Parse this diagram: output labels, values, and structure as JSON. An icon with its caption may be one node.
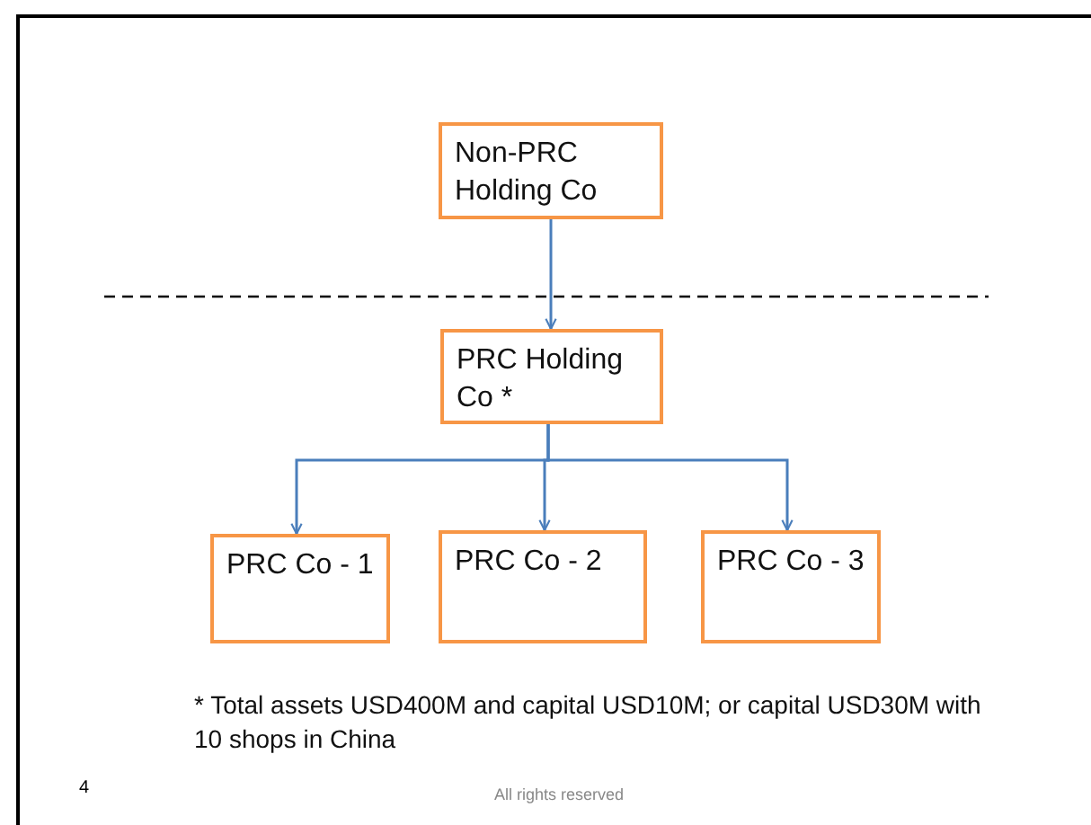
{
  "diagram": {
    "nodes": [
      {
        "text": [
          "Non-PRC Holding Co"
        ]
      },
      {
        "text": [
          "PRC Holding Co *"
        ]
      },
      {
        "text": [
          "PRC Co - 1"
        ]
      },
      {
        "text": [
          "PRC Co - 2"
        ]
      },
      {
        "text": [
          "PRC Co - 3"
        ]
      }
    ],
    "edges": [
      {
        "from": 0,
        "to": 1,
        "arrow": "to"
      },
      {
        "from": 1,
        "to": 2,
        "arrow": "to"
      },
      {
        "from": 1,
        "to": 3,
        "arrow": "to"
      },
      {
        "from": 1,
        "to": 4,
        "arrow": "to"
      }
    ],
    "labels": [
      "* Total assets USD400M and capital USD10M; or capital USD30M with 10 shops in China",
      "4",
      "All rights reserved"
    ]
  }
}
